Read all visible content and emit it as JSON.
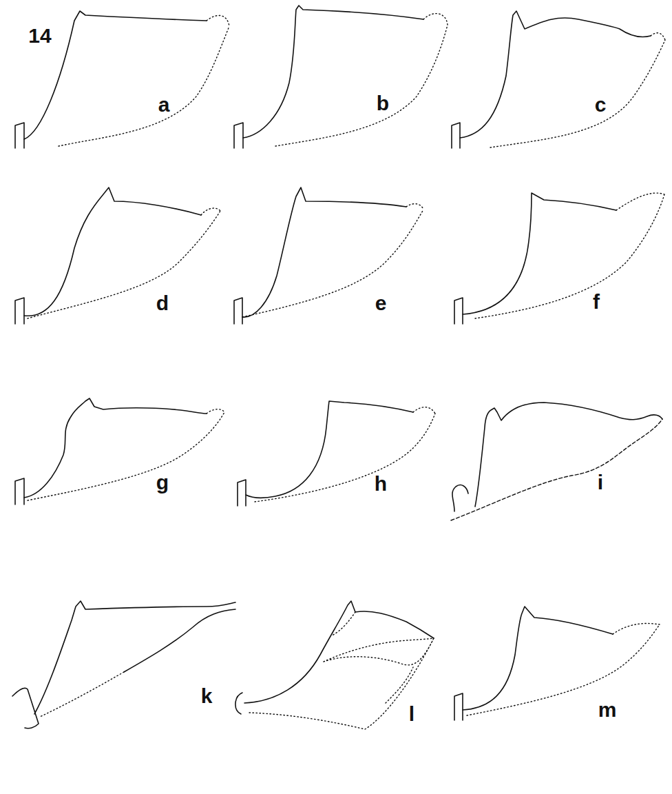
{
  "diagram": {
    "labels": [
      "14",
      "a",
      "b",
      "c",
      "d",
      "e",
      "f",
      "g",
      "h",
      "i",
      "k",
      "l",
      "m"
    ]
  }
}
